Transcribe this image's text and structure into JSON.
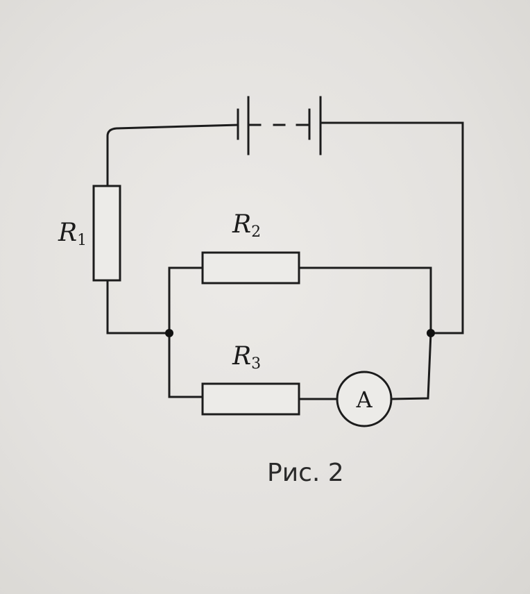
{
  "figure": {
    "caption": "Рис. 2",
    "resistors": [
      {
        "symbol": "R",
        "index": "1"
      },
      {
        "symbol": "R",
        "index": "2"
      },
      {
        "symbol": "R",
        "index": "3"
      }
    ],
    "ammeter_letter": "A",
    "battery": "battery-of-cells-icon"
  }
}
